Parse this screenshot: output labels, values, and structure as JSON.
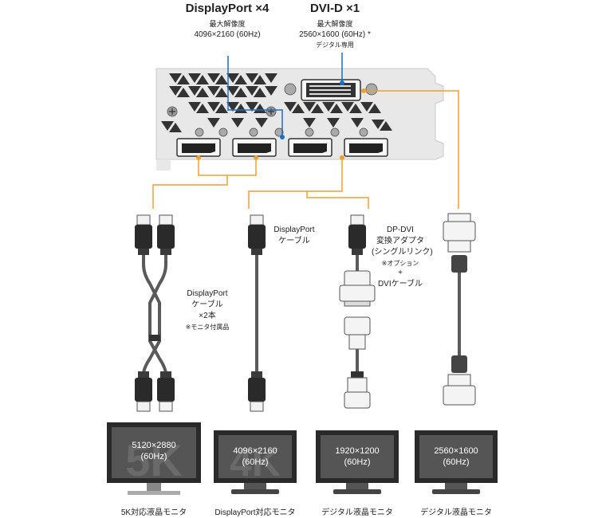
{
  "header": {
    "dp": {
      "title": "DisplayPort ×4",
      "sub1": "最大解像度",
      "sub2": "4096×2160 (60Hz)"
    },
    "dvi": {
      "title": "DVI-D ×1",
      "sub1": "最大解像度",
      "sub2": "2560×1600 (60Hz) *",
      "sub3": "デジタル専用"
    }
  },
  "cables": {
    "dual": {
      "l1": "DisplayPort",
      "l2": "ケーブル",
      "l3": "×2本",
      "l4": "※モニタ付属品"
    },
    "single": {
      "l1": "DisplayPort",
      "l2": "ケーブル"
    },
    "adapter": {
      "l1": "DP-DVI",
      "l2": "変換アダプタ",
      "l3": "(シングルリンク)",
      "l4": "※オプション",
      "l5": "+",
      "l6": "DVIケーブル"
    }
  },
  "monitors": [
    {
      "res1": "5120×2880",
      "res2": "(60Hz)",
      "watermark": "5K",
      "label": "5K対応液晶モニタ"
    },
    {
      "res1": "4096×2160",
      "res2": "(60Hz)",
      "watermark": "4K",
      "label": "DisplayPort対応モニタ"
    },
    {
      "res1": "1920×1200",
      "res2": "(60Hz)",
      "watermark": "",
      "label": "デジタル液晶モニタ"
    },
    {
      "res1": "2560×1600",
      "res2": "(60Hz)",
      "watermark": "",
      "label": "デジタル液晶モニタ"
    }
  ],
  "colors": {
    "orange": "#f0a030",
    "blue": "#1a6fc0",
    "bracket": "#e6e6e6",
    "cable": "#5a5a5a",
    "connector": "#222222",
    "screen": "#555555"
  }
}
